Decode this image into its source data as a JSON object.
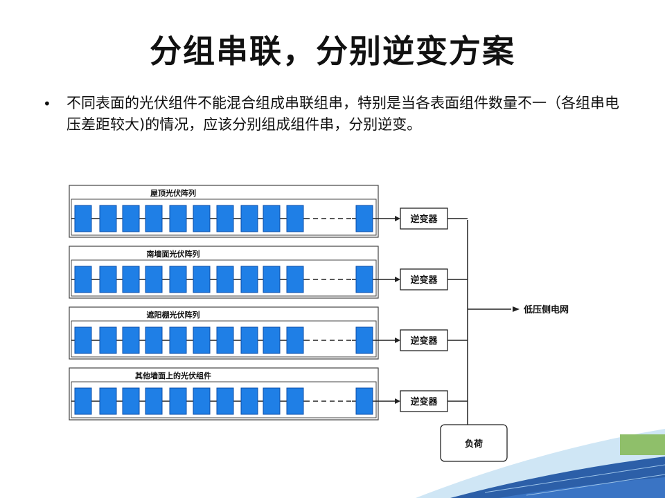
{
  "slide": {
    "title": "分组串联，分别逆变方案",
    "bullet_mark": "•",
    "bullet_text": "不同表面的光伏组件不能混合组成串联组串，特别是当各表面组件数量不一（各组串电压差距较大)的情况，应该分别组成组件串，分别逆变。"
  },
  "diagram": {
    "arrays": [
      {
        "title": "屋顶光伏阵列",
        "inverter": "逆变器"
      },
      {
        "title": "南墙面光伏阵列",
        "inverter": "逆变器"
      },
      {
        "title": "遮阳棚光伏阵列",
        "inverter": "逆变器"
      },
      {
        "title": "其他墙面上的光伏组件",
        "inverter": "逆变器"
      }
    ],
    "grid_label": "低压侧电网",
    "load_label": "负荷",
    "colors": {
      "panel": "#1f7fe6",
      "panel_border": "#0b4ea8",
      "background_photo_sky": "#cfe6f5",
      "background_photo_panel": "#2c5fa8"
    }
  }
}
